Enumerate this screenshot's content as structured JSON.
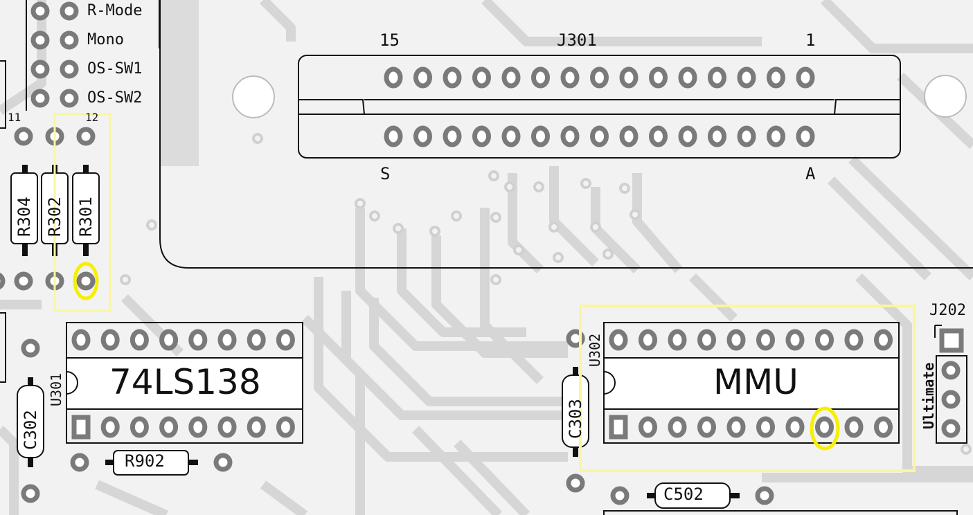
{
  "header_rows": [
    "R-Mode",
    "Mono",
    "OS-SW1",
    "OS-SW2"
  ],
  "pin_numbers": {
    "left": "11",
    "right": "12"
  },
  "connector_j301": {
    "ref": "J301",
    "pin_first": "15",
    "pin_last": "1",
    "row_bottom_left": "S",
    "row_bottom_right": "A",
    "pins_per_row": 15
  },
  "resistors": {
    "r304": "R304",
    "r302": "R302",
    "r301": "R301",
    "r902": "R902"
  },
  "capacitors": {
    "c302": "C302",
    "c303": "C303",
    "c502": "C502"
  },
  "ic_u301": {
    "ref": "U301",
    "label": "74LS138",
    "pins_per_side": 8
  },
  "ic_u302": {
    "ref": "U302",
    "label": "MMU",
    "pins_per_side": 10
  },
  "jumper_j202": {
    "ref": "J202",
    "label": "Ultimate",
    "pins": 3
  },
  "highlight": {
    "color": "#f5ef00",
    "box_color": "#faf6a0"
  },
  "colors": {
    "background": "#f2f2f2",
    "trace": "#d4d4d4",
    "pad_ring": "#7a7a7a",
    "silkscreen": "#111111"
  }
}
